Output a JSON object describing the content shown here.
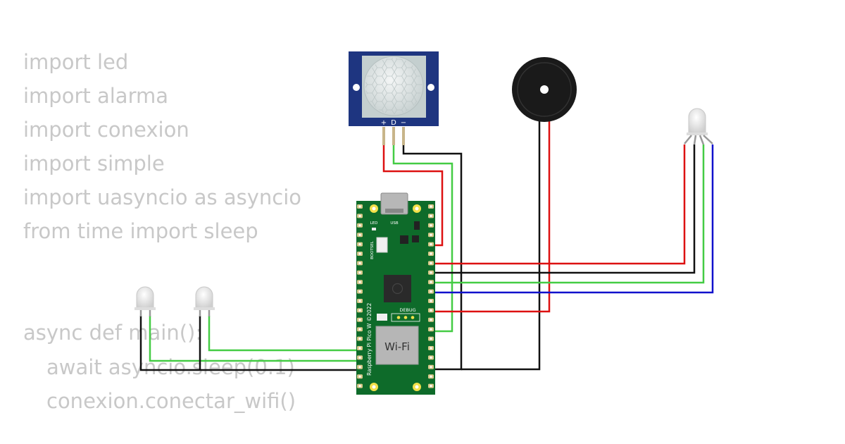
{
  "code": {
    "imports": [
      "import led",
      "import alarma",
      "import conexion",
      "import simple",
      "import uasyncio as asyncio",
      "from time import sleep"
    ],
    "main_def": "async def main():",
    "body": [
      "await asyncio.sleep(0.1)",
      "conexion.conectar_wifi()"
    ]
  },
  "pir": {
    "pin_labels": [
      "+",
      "D",
      "−"
    ]
  },
  "pico": {
    "led_label": "LED",
    "usb_label": "USB",
    "bootsel_label": "BOOTSEL",
    "debug_label": "DEBUG",
    "wifi_label": "Wi-Fi",
    "board_name": "Raspberry Pi Pico W ©2022"
  },
  "colors": {
    "code_text": "#c8c8c8",
    "wire_red": "#dd1111",
    "wire_green": "#44cc44",
    "wire_black": "#111111",
    "wire_blue": "#1111cc",
    "pico_green": "#0e6b2a",
    "pir_blue": "#1e3580"
  }
}
